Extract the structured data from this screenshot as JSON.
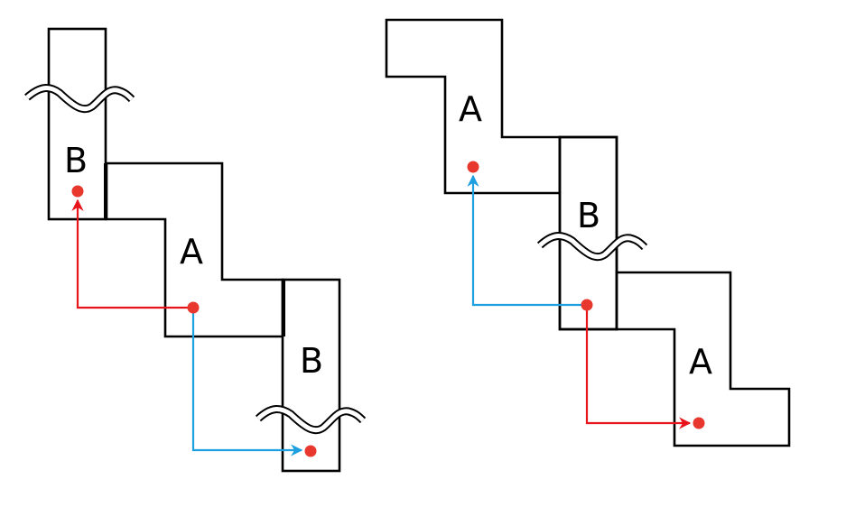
{
  "diagrams": [
    {
      "name": "left-diagram",
      "blocks": [
        {
          "id": "left-top-b",
          "label": "B",
          "broken": true
        },
        {
          "id": "left-middle-a",
          "label": "A",
          "broken": false
        },
        {
          "id": "left-bottom-b",
          "label": "B",
          "broken": true
        }
      ],
      "arrows": [
        {
          "from": "left-middle-a",
          "to": "left-top-b",
          "color": "#e8141c"
        },
        {
          "from": "left-middle-a",
          "to": "left-bottom-b",
          "color": "#1ea0e0"
        }
      ]
    },
    {
      "name": "right-diagram",
      "blocks": [
        {
          "id": "right-top-a",
          "label": "A",
          "broken": false
        },
        {
          "id": "right-middle-b",
          "label": "B",
          "broken": true
        },
        {
          "id": "right-bottom-a",
          "label": "A",
          "broken": false
        }
      ],
      "arrows": [
        {
          "from": "right-middle-b",
          "to": "right-top-a",
          "color": "#1ea0e0"
        },
        {
          "from": "right-middle-b",
          "to": "right-bottom-a",
          "color": "#e8141c"
        }
      ]
    }
  ],
  "colors": {
    "outline": "#000000",
    "dot": "#e8372c",
    "red_arrow": "#e8141c",
    "blue_arrow": "#1ea0e0"
  }
}
